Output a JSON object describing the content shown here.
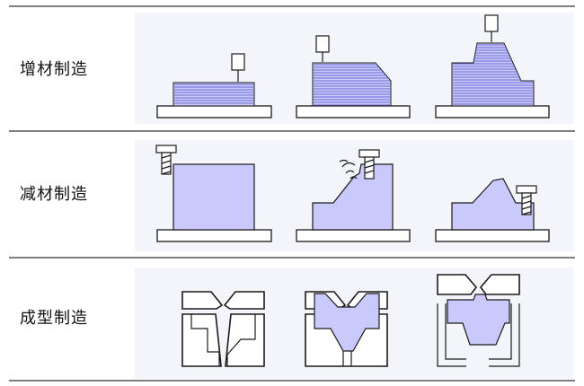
{
  "rows": [
    {
      "label": "增材制造"
    },
    {
      "label": "减材制造"
    },
    {
      "label": "成型制造"
    }
  ],
  "colors": {
    "part_fill": "#c9c9fb",
    "layer_line": "#6a6ad0",
    "outline": "#1a1a1a",
    "panel_bg": "#f3f5fb",
    "separator": "#333333"
  },
  "icons": [
    "printer-nozzle-icon",
    "cutting-tool-icon",
    "mold-icon",
    "chips-icon"
  ]
}
